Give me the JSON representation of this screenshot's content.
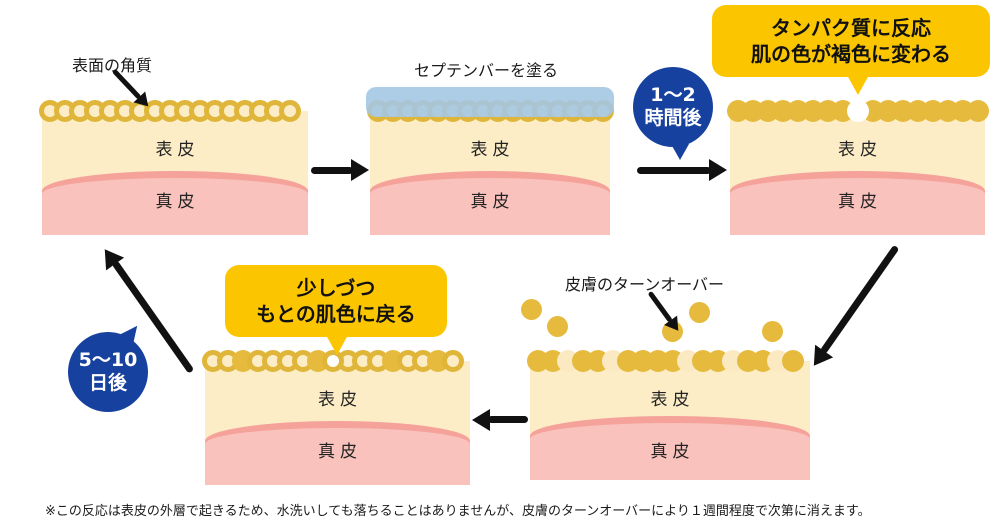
{
  "diagram": {
    "title_none_visible": "",
    "colors": {
      "background": "#FFFFFF",
      "epidermis": "#FCEDC7",
      "dermis": "#F9C2BC",
      "dermis_border": "#F5A29B",
      "keratin_outline_gold": "#DFB53A",
      "keratin_solid_gold": "#E6BB3D",
      "september_layer_blue": "#A4C7E2",
      "callout_yellow": "#FBC600",
      "bubble_blue": "#16419F",
      "arrow_black": "#111111"
    },
    "labels": {
      "surface_keratin": "表面の角質",
      "apply_september": "セプテンバーを塗る",
      "skin_turnover": "皮膚のターンオーバー"
    },
    "panels": [
      {
        "id": "initial",
        "epidermis_label": "表皮",
        "dermis_label": "真皮",
        "pattern": "OOOOOOOOOOOOOOOOO"
      },
      {
        "id": "applied",
        "epidermis_label": "表皮",
        "dermis_label": "真皮",
        "pattern": "OOOOOOOOOOOOOOOO"
      },
      {
        "id": "reacted",
        "epidermis_label": "表皮",
        "dermis_label": "真皮",
        "pattern": "SSSSSSSSNSSSSSSSS"
      },
      {
        "id": "turnover",
        "epidermis_label": "表皮",
        "dermis_label": "真皮",
        "pattern": "SSCSSCSSSSCSSCSSCS",
        "floating_dots": 5
      },
      {
        "id": "fading",
        "epidermis_label": "表皮",
        "dermis_label": "真皮",
        "pattern": "OOSOOOOSWOOOSOOSO"
      }
    ],
    "bubbles": [
      {
        "id": "after-1-2-hours",
        "line1": "1〜2",
        "line2": "時間後"
      },
      {
        "id": "after-5-10-days",
        "line1": "5〜10",
        "line2": "日後"
      }
    ],
    "callouts": [
      {
        "id": "protein-reaction",
        "line1": "タンパク質に反応",
        "line2": "肌の色が褐色に変わる"
      },
      {
        "id": "returns-to-normal",
        "line1": "少しづつ",
        "line2": "もとの肌色に戻る"
      }
    ],
    "footnote": "※この反応は表皮の外層で起きるため、水洗いしても落ちることはありませんが、皮膚のターンオーバーにより１週間程度で次第に消えます。"
  }
}
